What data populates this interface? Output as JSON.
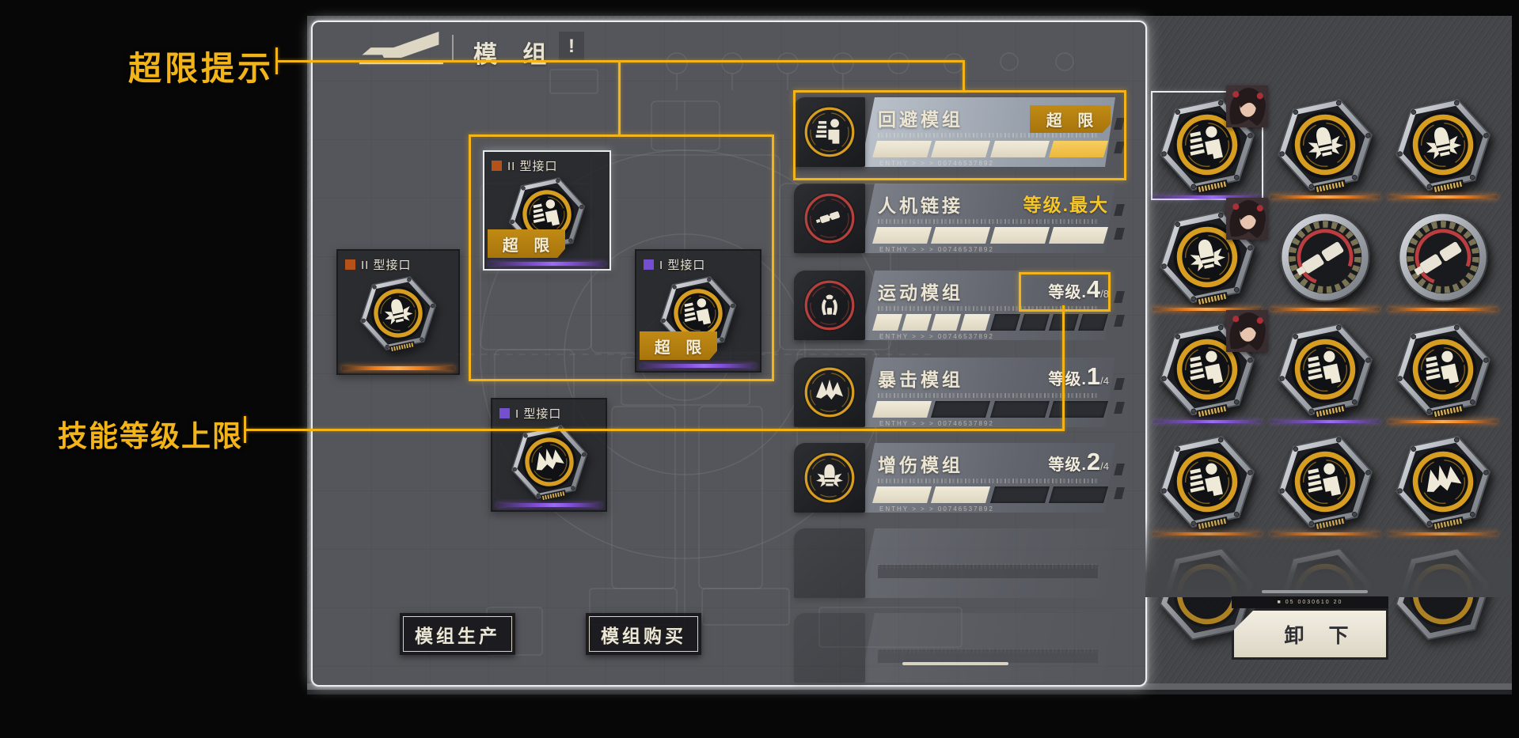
{
  "annotations": {
    "overlimit_hint": "超限提示",
    "skill_cap_hint": "技能等级上限",
    "accent": "#f2b418"
  },
  "header": {
    "title": "模 组",
    "alert": "!"
  },
  "slots": [
    {
      "label": "II 型接口",
      "glyph": "bullet",
      "marker": "#b5521a",
      "underline": "orange",
      "badge": "",
      "selected": false
    },
    {
      "label": "II 型接口",
      "glyph": "person",
      "marker": "#b5521a",
      "underline": "purple",
      "badge": "超 限",
      "selected": true
    },
    {
      "label": "I 型接口",
      "glyph": "person",
      "marker": "#7450d0",
      "underline": "purple",
      "badge": "超 限",
      "selected": false
    },
    {
      "label": "I 型接口",
      "glyph": "crit",
      "marker": "#7450d0",
      "underline": "purple",
      "badge": "",
      "selected": false
    }
  ],
  "module_list": {
    "rows": [
      {
        "title": "回避模组",
        "glyph": "person",
        "ring": "#d79d20",
        "badge": "超 限",
        "level_prefix": "",
        "level_value": "",
        "level_total": "",
        "level_max": "",
        "segments": [
          "f",
          "f",
          "f",
          "g"
        ],
        "serial": "ENTHY > > > 00746537892",
        "highlight": true
      },
      {
        "title": "人机链接",
        "glyph": "glasses",
        "ring": "#b5403c",
        "badge": "",
        "level_prefix": "",
        "level_value": "",
        "level_total": "",
        "level_max": "等级.最大",
        "segments": [
          "f",
          "f",
          "f",
          "f"
        ],
        "serial": "ENTHY > > > 00746537892",
        "highlight": false
      },
      {
        "title": "运动模组",
        "glyph": "harness",
        "ring": "#b5403c",
        "badge": "",
        "level_prefix": "等级.",
        "level_value": "4",
        "level_total": "/8",
        "level_max": "",
        "segments": [
          "f",
          "f",
          "f",
          "f",
          "e",
          "e",
          "e",
          "e"
        ],
        "serial": "ENTHY > > > 00746537892",
        "highlight": false
      },
      {
        "title": "暴击模组",
        "glyph": "crit",
        "ring": "#d79d20",
        "badge": "",
        "level_prefix": "等级.",
        "level_value": "1",
        "level_total": "/4",
        "level_max": "",
        "segments": [
          "f",
          "e",
          "e",
          "e"
        ],
        "serial": "ENTHY > > > 00746537892",
        "highlight": false
      },
      {
        "title": "增伤模组",
        "glyph": "bullet",
        "ring": "#d79d20",
        "badge": "",
        "level_prefix": "等级.",
        "level_value": "2",
        "level_total": "/4",
        "level_max": "",
        "segments": [
          "f",
          "f",
          "e",
          "e"
        ],
        "serial": "ENTHY > > > 00746537892",
        "highlight": false
      }
    ],
    "ghost_rows": 2
  },
  "buttons": {
    "produce": "模组生产",
    "buy": "模组购买"
  },
  "unequip": {
    "label": "卸 下",
    "tag": "■ 05 0030610 20"
  },
  "grid": {
    "cells": [
      {
        "glyph": "person",
        "underline": "purple",
        "avatar": true,
        "selected": true
      },
      {
        "glyph": "bullet",
        "underline": "orange",
        "avatar": false,
        "selected": false
      },
      {
        "glyph": "bullet",
        "underline": "orange",
        "avatar": false,
        "selected": false
      },
      {
        "glyph": "bullet",
        "underline": "orange",
        "avatar": true,
        "selected": false
      },
      {
        "glyph": "gear",
        "underline": "orange",
        "avatar": false,
        "selected": false
      },
      {
        "glyph": "gear",
        "underline": "orange",
        "avatar": false,
        "selected": false
      },
      {
        "glyph": "person",
        "underline": "purple",
        "avatar": true,
        "selected": false
      },
      {
        "glyph": "person",
        "underline": "purple",
        "avatar": false,
        "selected": false
      },
      {
        "glyph": "person",
        "underline": "orange",
        "avatar": false,
        "selected": false
      },
      {
        "glyph": "person",
        "underline": "orange",
        "avatar": false,
        "selected": false
      },
      {
        "glyph": "person",
        "underline": "orange",
        "avatar": false,
        "selected": false
      },
      {
        "glyph": "crit",
        "underline": "orange",
        "avatar": false,
        "selected": false
      },
      {
        "glyph": "faded",
        "underline": "none",
        "avatar": false,
        "selected": false
      },
      {
        "glyph": "faded",
        "underline": "none",
        "avatar": false,
        "selected": false
      },
      {
        "glyph": "faded",
        "underline": "none",
        "avatar": false,
        "selected": false
      }
    ]
  },
  "colors": {
    "gold": "#d79d20",
    "red_ring": "#b5403c",
    "orange_underline": "#ef7d1a",
    "purple_underline": "#8450d8",
    "cream": "#ece5d3"
  }
}
